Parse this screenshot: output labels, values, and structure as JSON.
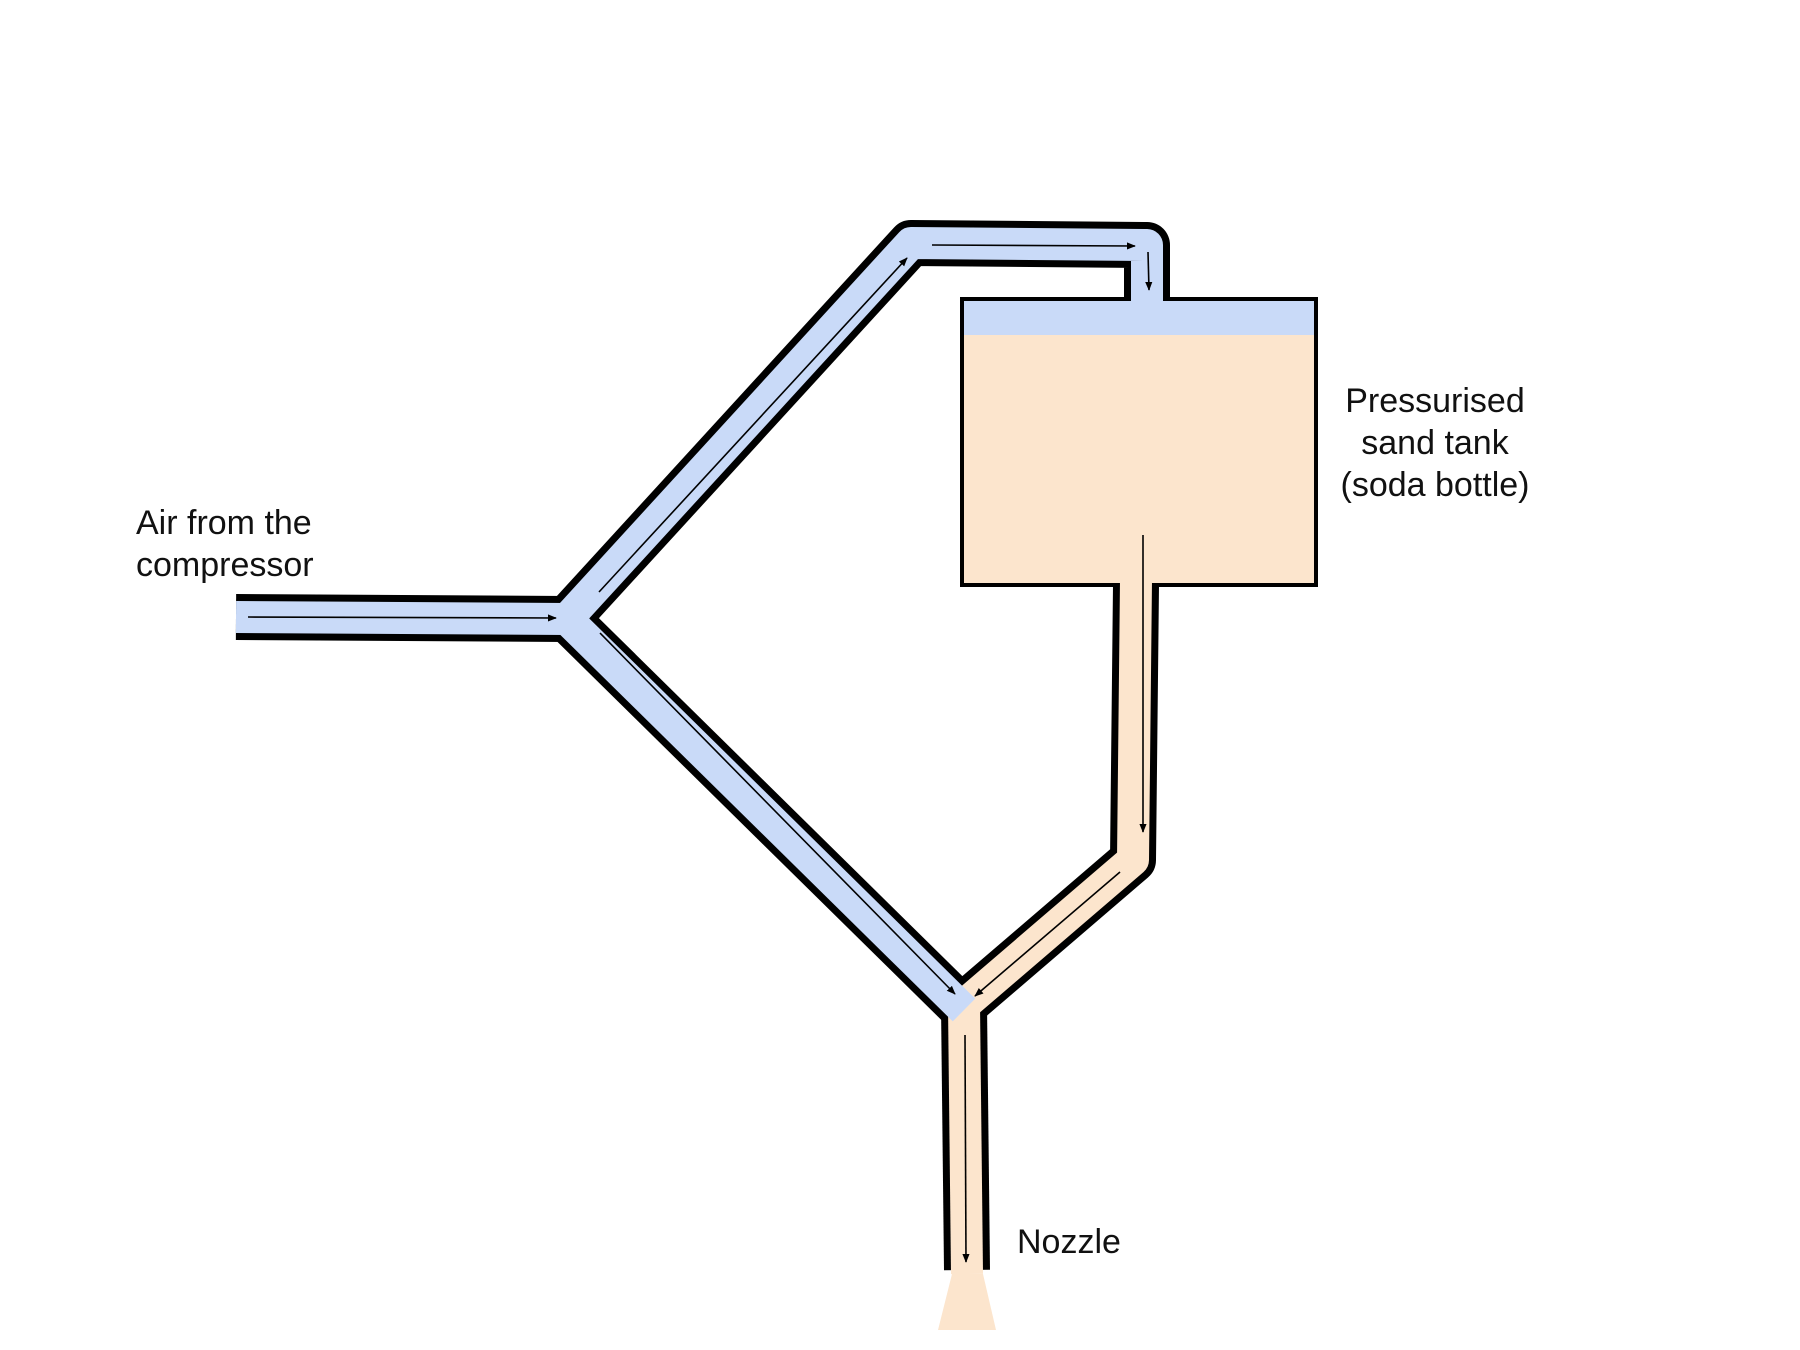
{
  "labels": {
    "air_source": [
      "Air from the",
      "compressor"
    ],
    "tank": [
      "Pressurised",
      "sand tank",
      "(soda bottle)"
    ],
    "nozzle": "Nozzle"
  },
  "colors": {
    "air": "#c9daf8",
    "sand": "#fce5cd",
    "outline": "#000000",
    "background": "#ffffff"
  }
}
